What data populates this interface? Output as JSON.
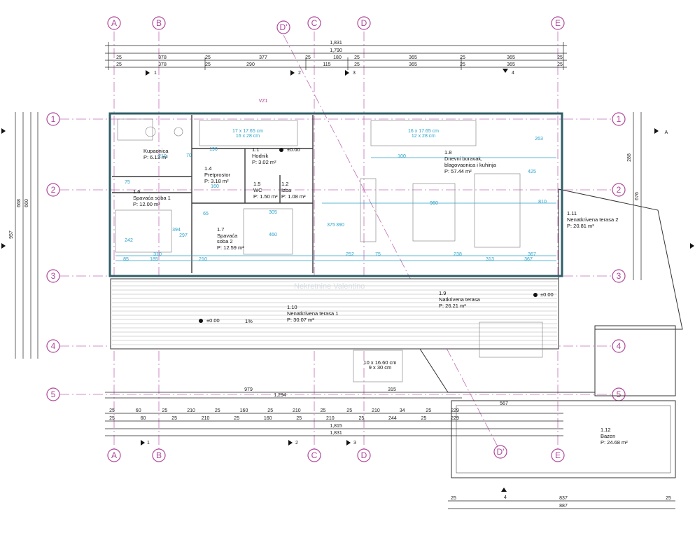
{
  "colors": {
    "axis": "#b0479a",
    "wall": "#2f5e66",
    "dimension": "#2aa0c8",
    "ink": "#222222"
  },
  "axes_top": [
    "A",
    "B",
    "D'",
    "C",
    "D",
    "E"
  ],
  "axes_bottom": [
    "A",
    "B",
    "C",
    "D",
    "D'",
    "E"
  ],
  "axes_left": [
    "1",
    "2",
    "3",
    "4",
    "5"
  ],
  "axes_right": [
    "1",
    "2",
    "3",
    "4",
    "5"
  ],
  "dims_top": {
    "overall1": "1,831",
    "overall2": "1,790",
    "row3": [
      "25",
      "378",
      "25",
      "377",
      "25",
      "180",
      "25",
      "365",
      "25",
      "365",
      "25"
    ],
    "row4": [
      "25",
      "378",
      "25",
      "290",
      "115",
      "25",
      "365",
      "25",
      "365",
      "25"
    ]
  },
  "dims_bottom": {
    "row1a": [
      "979",
      "315"
    ],
    "row1b": "1,294",
    "row2": [
      "25",
      "60",
      "25",
      "210",
      "25",
      "160",
      "25",
      "210",
      "25",
      "25",
      "210",
      "34",
      "25",
      "229"
    ],
    "row3": [
      "25",
      "60",
      "25",
      "210",
      "25",
      "160",
      "25",
      "210",
      "25",
      "244",
      "25",
      "229"
    ],
    "row4": "1,815",
    "row5": "1,831",
    "pool_row1": [
      "25",
      "837",
      "25"
    ],
    "pool_row2": "887",
    "pool_top": "567"
  },
  "dims_left": {
    "outer": "957",
    "mid1": "668",
    "mid2": "660"
  },
  "dims_right": {
    "a": "288",
    "b": "676"
  },
  "section_marks": {
    "top": [
      "1",
      "2",
      "3",
      "4"
    ],
    "bottom": [
      "1",
      "2",
      "3",
      "4"
    ],
    "side": "A"
  },
  "rooms": [
    {
      "num": "1.1",
      "name": "Hodnik",
      "area": "P: 3.02 m²"
    },
    {
      "num": "",
      "name": "Kupaonica",
      "area": "P: 6.13 m²"
    },
    {
      "num": "1.4",
      "name": "Pretprostor",
      "area": "P: 3.18 m²"
    },
    {
      "num": "1.5",
      "name": "WC",
      "area": "P: 1.50 m²"
    },
    {
      "num": "1.2",
      "name": "Izba",
      "area": "P: 1.08 m²"
    },
    {
      "num": "1.6",
      "name": "Spavaća soba 1",
      "area": "P: 12.00 m²"
    },
    {
      "num": "1.7",
      "name": "Spavaća",
      "name2": "soba 2",
      "area": "P: 12.59 m²"
    },
    {
      "num": "1.8",
      "name": "Dnevni boravak,",
      "name2": "blagovaonica i kuhinja",
      "area": "P: 57.44 m²"
    },
    {
      "num": "1.11",
      "name": "Nenatkrivena terasa 2",
      "area": "P: 20.81 m²"
    },
    {
      "num": "1.9",
      "name": "Natkrivena terasa",
      "area": "P: 26.21 m²"
    },
    {
      "num": "1.10",
      "name": "Nenatkrivena terasa 1",
      "area": "P: 30.07 m²"
    },
    {
      "num": "1.12",
      "name": "Bazen",
      "area": "P: 24.68 m²"
    }
  ],
  "annotations": {
    "level1": "±0.00",
    "level2": "±0.00",
    "level3": "±0.00",
    "slope": "1%",
    "vz": "VZ1",
    "stairs1": "17 x 17.65 cm",
    "stairs1b": "16 x 28 cm",
    "stairs2": "16 x 17.65 cm",
    "stairs2b": "12 x 28 cm",
    "stairs3": "10 x 16.60 cm",
    "stairs3b": "9 x 30 cm",
    "interior_dims": [
      "210",
      "70",
      "190",
      "75",
      "160",
      "65",
      "394",
      "297",
      "460",
      "305",
      "375",
      "390",
      "960",
      "425",
      "810",
      "263",
      "100",
      "238",
      "313",
      "367",
      "185",
      "210",
      "310",
      "85",
      "242",
      "252",
      "75",
      "367"
    ],
    "watermark": "Nekretnine Valentino"
  }
}
